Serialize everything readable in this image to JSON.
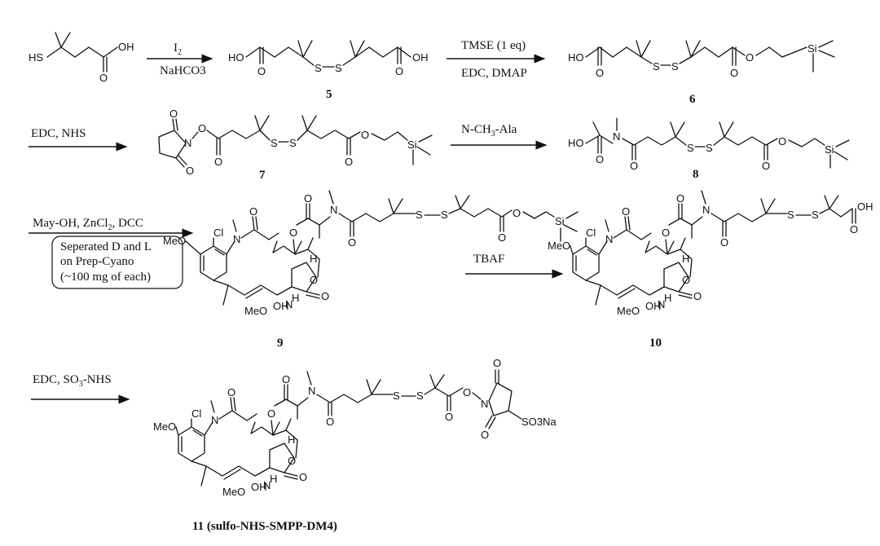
{
  "reagents": {
    "step1_top": "I",
    "step1_top_sub": "2",
    "step1_bottom": "NaHCO3",
    "step2_top": "TMSE (1 eq)",
    "step2_bottom": "EDC, DMAP",
    "step3_top": "EDC, NHS",
    "step4_top_a": "N-CH",
    "step4_top_sub": "3",
    "step4_top_b": "-Ala",
    "step5_top_a": "May-OH, ZnCl",
    "step5_top_sub": "2",
    "step5_top_b": ", DCC",
    "step5_box": [
      "Seperated D and L",
      "on Prep-Cyano",
      "(~100 mg of each)"
    ],
    "step6_top": "TBAF",
    "step7_top_a": "EDC, SO",
    "step7_top_sub": "3",
    "step7_top_b": "-NHS"
  },
  "compounds": {
    "c5": "5",
    "c6": "6",
    "c7": "7",
    "c8": "8",
    "c9": "9",
    "c10": "10",
    "c11": "11 (sulfo-NHS-SMPP-DM4)"
  },
  "atoms": {
    "hs": "HS",
    "oh": "OH",
    "ho": "HO",
    "o": "O",
    "s": "S",
    "si": "Si",
    "n": "N",
    "cl": "Cl",
    "meo": "MeO",
    "h": "H",
    "so3na": "SO3Na"
  }
}
